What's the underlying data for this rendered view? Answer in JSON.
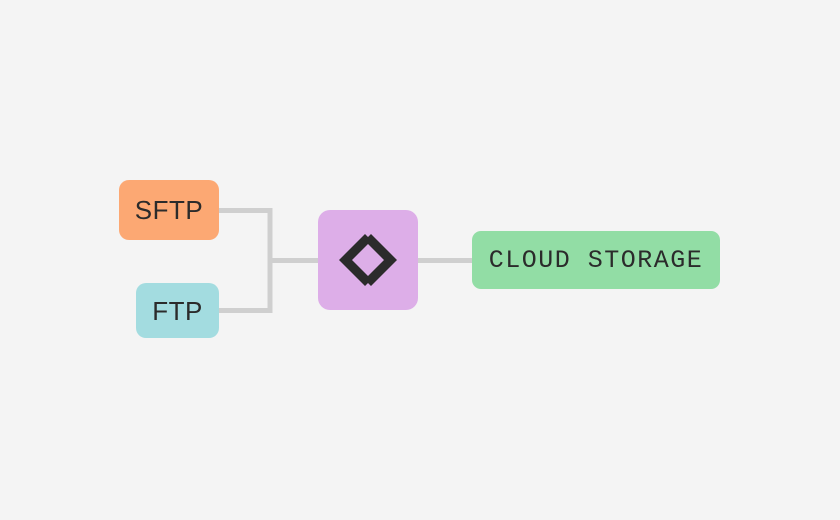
{
  "diagram": {
    "background_color": "#f4f4f4",
    "edge_color": "#cfcfcf",
    "nodes": [
      {
        "id": "sftp",
        "label": "SFTP",
        "role": "source",
        "color": "#fca873",
        "text_color": "#2b2b2b"
      },
      {
        "id": "ftp",
        "label": "FTP",
        "role": "source",
        "color": "#a3dce0",
        "text_color": "#2b2b2b"
      },
      {
        "id": "processor",
        "label": "",
        "role": "processor",
        "icon": "code-diamond-icon",
        "color": "#ddaee8",
        "icon_color": "#2b2b2b"
      },
      {
        "id": "cloud-storage",
        "label": "CLOUD STORAGE",
        "role": "destination",
        "color": "#92dda5",
        "text_color": "#2b2b2b"
      }
    ],
    "edges": [
      {
        "from": "sftp",
        "to": "processor"
      },
      {
        "from": "ftp",
        "to": "processor"
      },
      {
        "from": "processor",
        "to": "cloud-storage"
      }
    ]
  }
}
